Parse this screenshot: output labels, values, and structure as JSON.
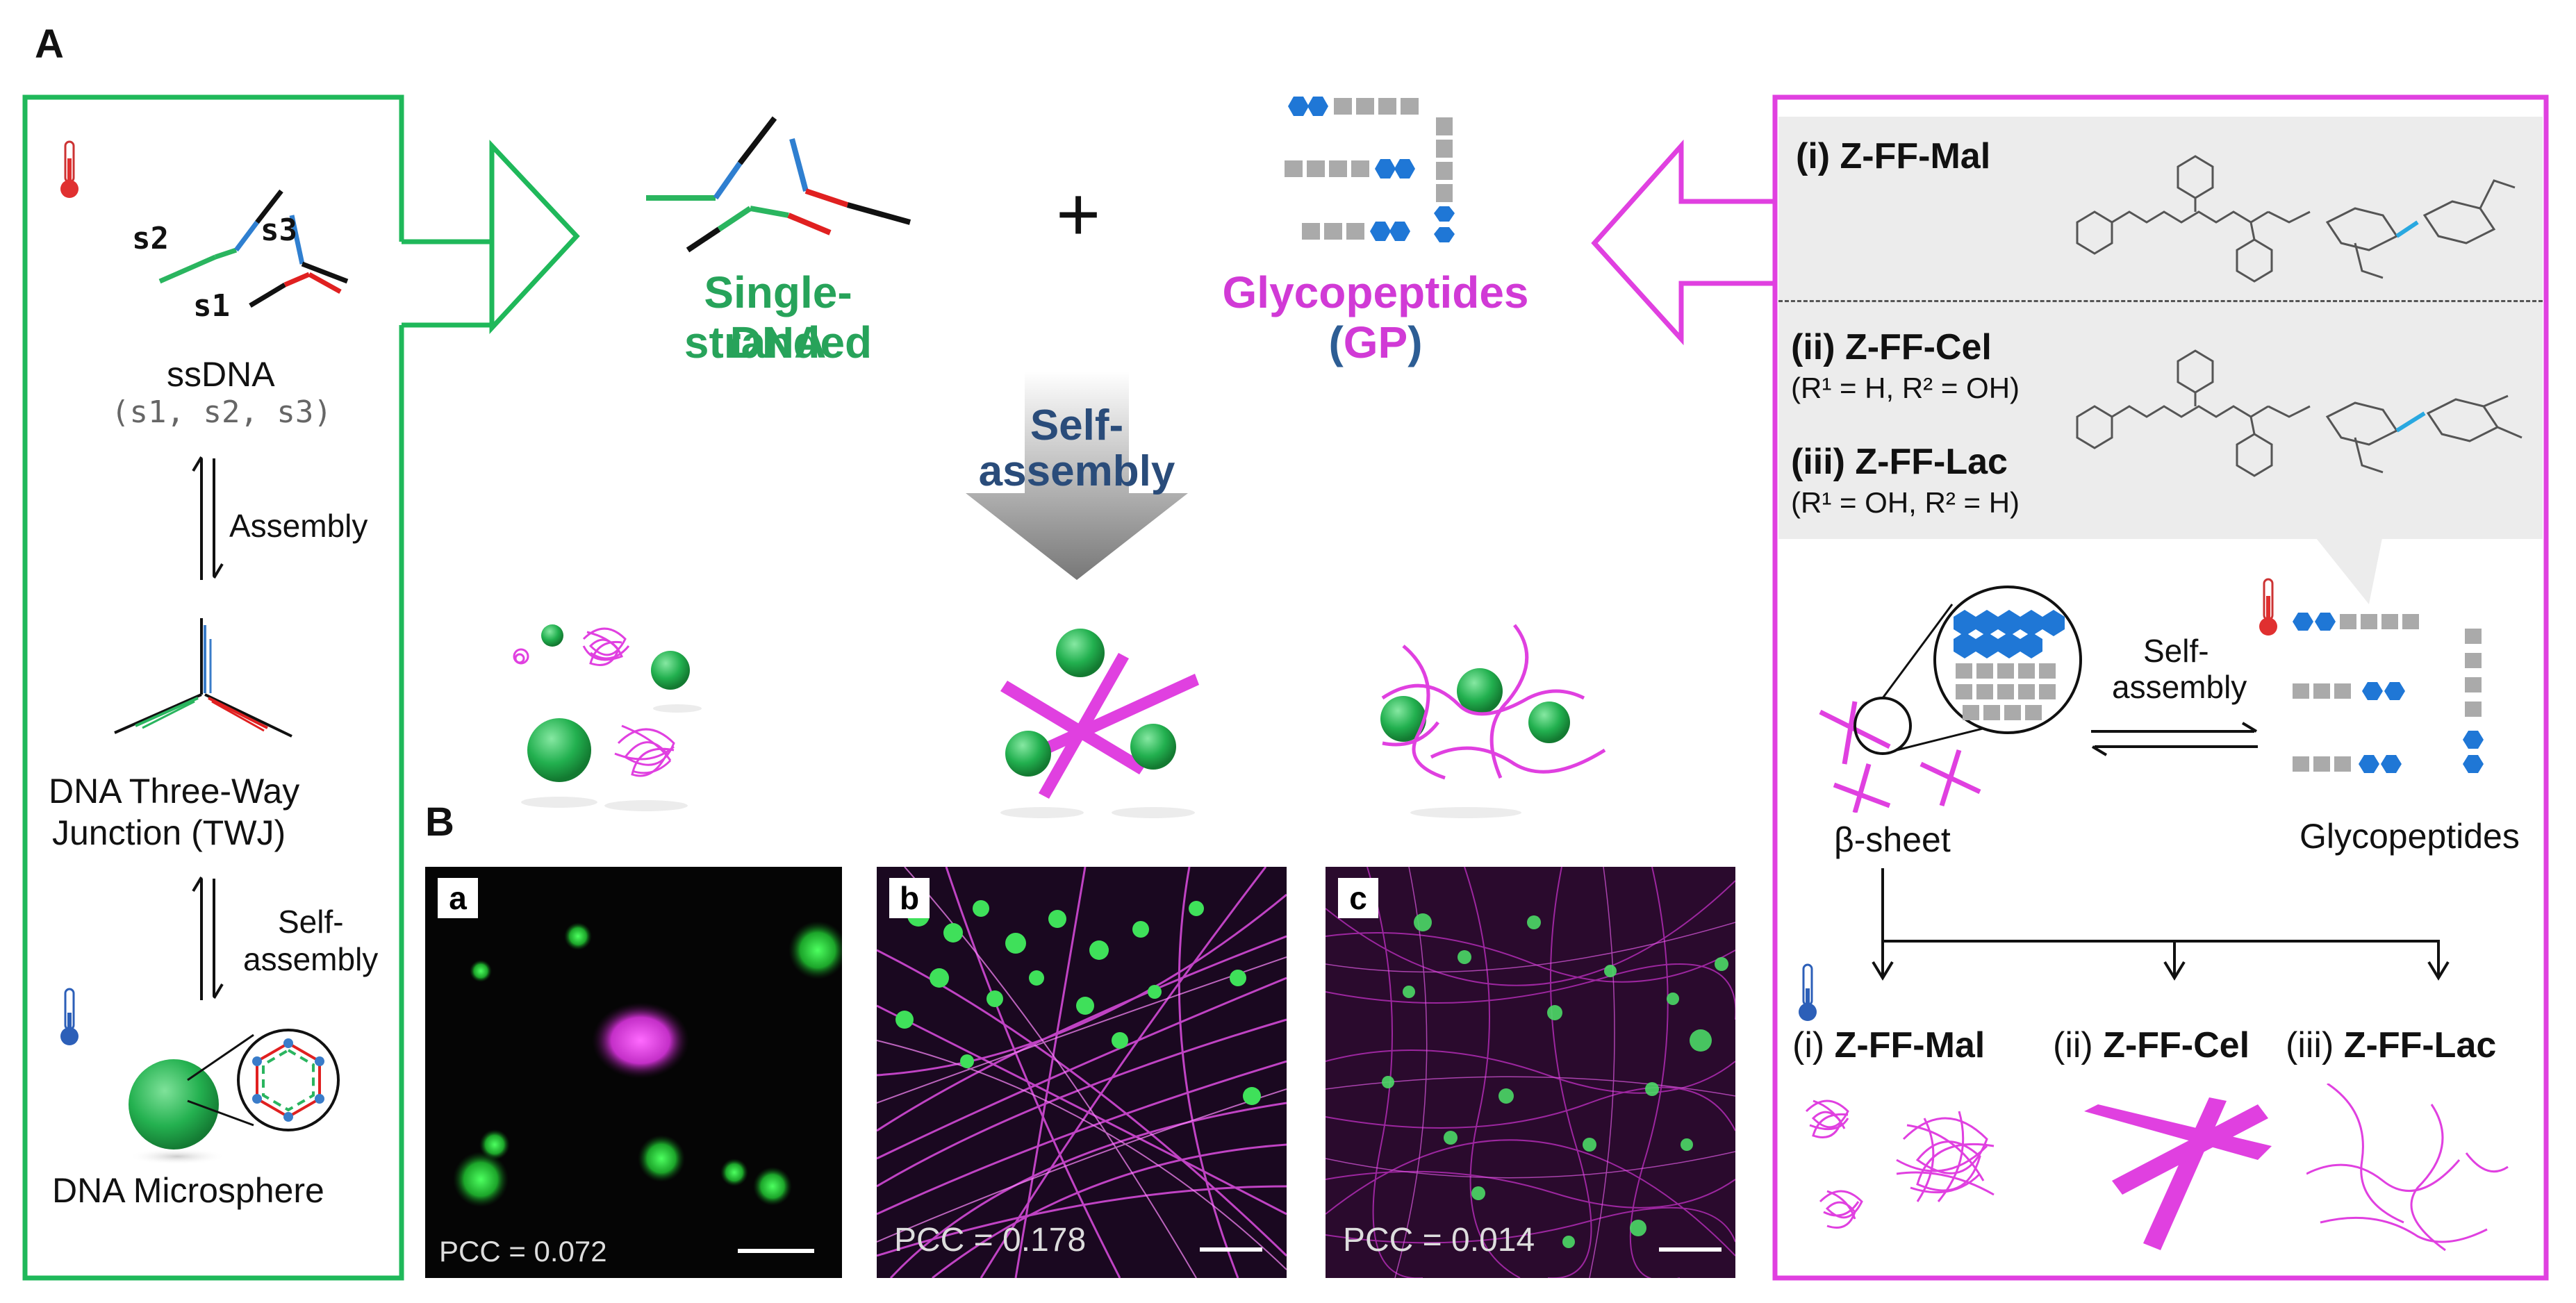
{
  "panel_a": {
    "letter": "A"
  },
  "panel_b": {
    "letter": "B"
  },
  "left": {
    "strand_labels": [
      "s2",
      "s3",
      "s1"
    ],
    "ssdna_title": "ssDNA",
    "ssdna_sub": "(s1, s2, s3)",
    "assembly": "Assembly",
    "twj_line1": "DNA Three-Way",
    "twj_line2": "Junction (TWJ)",
    "self_line1": "Self-",
    "self_line2": "assembly",
    "microsphere": "DNA Microsphere"
  },
  "center": {
    "ss_line1": "Single-stranded",
    "ss_line2": "DNA",
    "plus": "+",
    "gp_line1": "Glycopeptides",
    "gp_open": "(",
    "gp_abbr": "GP",
    "gp_close": ")",
    "self_line1": "Self-",
    "self_line2": "assembly"
  },
  "micrographs": [
    {
      "letter": "a",
      "pcc": "PCC = 0.072"
    },
    {
      "letter": "b",
      "pcc": "PCC = 0.178"
    },
    {
      "letter": "c",
      "pcc": "PCC = 0.014"
    }
  ],
  "right": {
    "i_label": "(i) Z-FF-Mal",
    "ii_label": "(ii) Z-FF-Cel",
    "ii_sub": "(R¹ = H, R² = OH)",
    "iii_label": "(iii) Z-FF-Lac",
    "iii_sub": "(R¹ = OH, R² = H)",
    "self_line1": "Self-",
    "self_line2": "assembly",
    "beta_sheet": "β-sheet",
    "glycopeptides": "Glycopeptides",
    "out_i_prefix": "(i) ",
    "out_i_name": "Z-FF-Mal",
    "out_ii_prefix": "(ii) ",
    "out_ii_name": "Z-FF-Cel",
    "out_iii_prefix": "(iii) ",
    "out_iii_name": "Z-FF-Lac"
  },
  "colors": {
    "green": "#27a35a",
    "magenta": "#e040e0",
    "blue": "#3a7cc9",
    "red": "#e02020",
    "gray": "#a9a9a9"
  }
}
